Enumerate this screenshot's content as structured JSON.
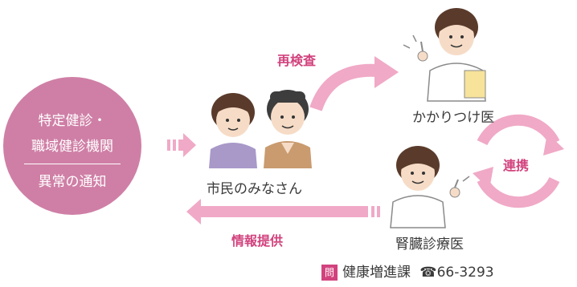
{
  "source": {
    "line1": "特定健診・",
    "line2": "職域健診機関",
    "line3": "異常の通知"
  },
  "nodes": {
    "citizens": "市民のみなさん",
    "family_doctor": "かかりつけ医",
    "kidney_doctor": "腎臓診療医"
  },
  "arrows": {
    "reexam": "再検査",
    "cooperation": "連携",
    "info": "情報提供"
  },
  "footer": {
    "icon_text": "問",
    "dept": "健康増進課",
    "phone_symbol": "☎",
    "phone": "66-3293"
  },
  "colors": {
    "accent": "#d2437e",
    "circle": "#cf7fa6",
    "arrow": "#f0a9c6"
  }
}
